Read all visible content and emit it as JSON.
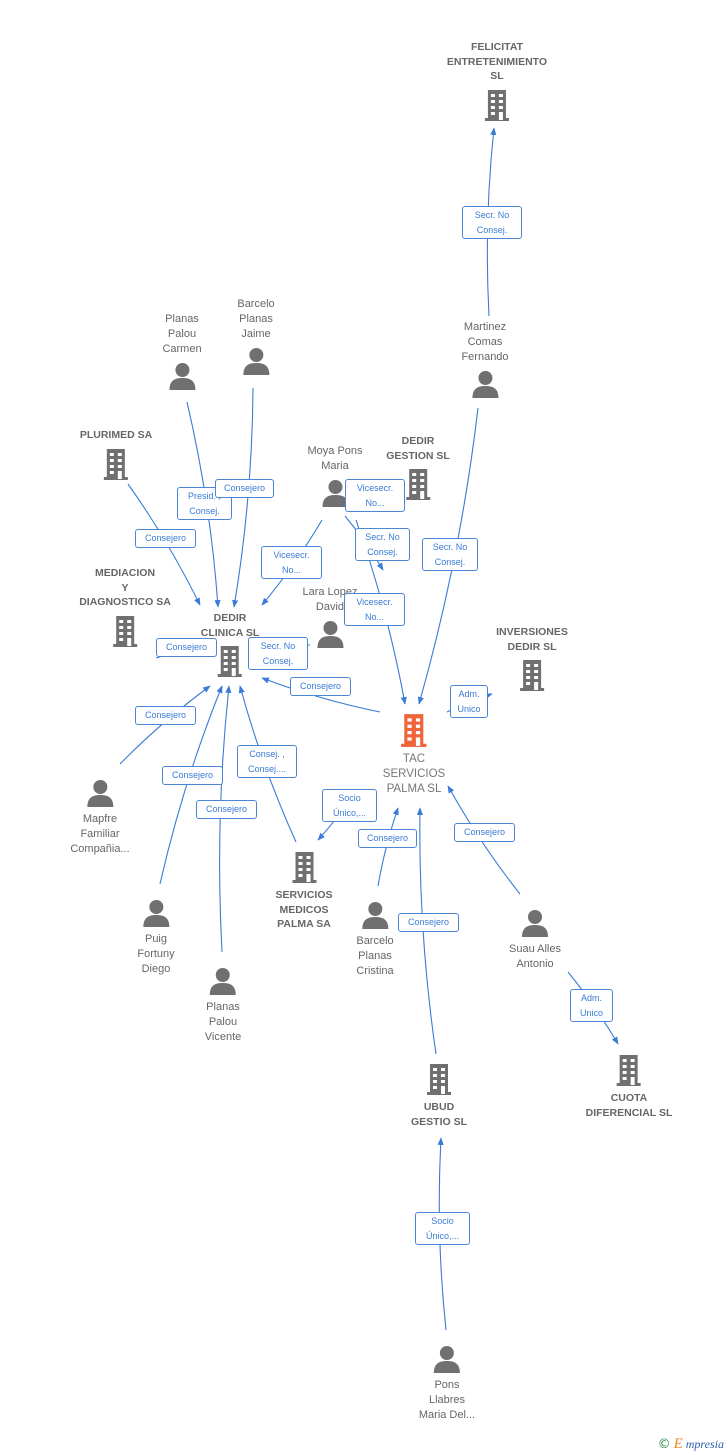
{
  "colors": {
    "edge": "#3a7bd5",
    "node_gray": "#707070",
    "node_main": "#f0643c"
  },
  "nodes": [
    {
      "id": "felicitat",
      "type": "company",
      "label": "FELICITAT\nENTRETENIMIENTO\nSL",
      "icon": "building-icon"
    },
    {
      "id": "martinez",
      "type": "person",
      "label": "Martinez\nComas\nFernando",
      "icon": "person-icon"
    },
    {
      "id": "planas_carmen",
      "type": "person",
      "label": "Planas\nPalou\nCarmen",
      "icon": "person-icon"
    },
    {
      "id": "barcelo_jaime",
      "type": "person",
      "label": "Barcelo\nPlanas\nJaime",
      "icon": "person-icon"
    },
    {
      "id": "plurimed",
      "type": "company",
      "label": "PLURIMED SA",
      "icon": "building-icon"
    },
    {
      "id": "moya",
      "type": "person",
      "label": "Moya Pons\nMaria",
      "icon": "person-icon"
    },
    {
      "id": "dedir_gestion",
      "type": "company",
      "label": "DEDIR\nGESTION  SL",
      "icon": "building-icon"
    },
    {
      "id": "mediacion",
      "type": "company",
      "label": "MEDIACION\nY\nDIAGNOSTICO SA",
      "icon": "building-icon"
    },
    {
      "id": "dedir_clinica",
      "type": "company",
      "label": "DEDIR\nCLINICA SL",
      "icon": "building-icon"
    },
    {
      "id": "lara",
      "type": "person",
      "label": "Lara Lopez\nDavid",
      "icon": "person-icon"
    },
    {
      "id": "inversiones",
      "type": "company",
      "label": "INVERSIONES\nDEDIR SL",
      "icon": "building-icon"
    },
    {
      "id": "tac",
      "type": "main",
      "label": "TAC\nSERVICIOS\nPALMA SL",
      "icon": "building-icon"
    },
    {
      "id": "mapfre",
      "type": "person",
      "label": "Mapfre\nFamiliar\nCompañia...",
      "icon": "person-icon"
    },
    {
      "id": "servicios_medicos",
      "type": "company",
      "label": "SERVICIOS\nMEDICOS\nPALMA SA",
      "icon": "building-icon"
    },
    {
      "id": "puig",
      "type": "person",
      "label": "Puig\nFortuny\nDiego",
      "icon": "person-icon"
    },
    {
      "id": "barcelo_cristina",
      "type": "person",
      "label": "Barcelo\nPlanas\nCristina",
      "icon": "person-icon"
    },
    {
      "id": "suau",
      "type": "person",
      "label": "Suau Alles\nAntonio",
      "icon": "person-icon"
    },
    {
      "id": "planas_vicente",
      "type": "person",
      "label": "Planas\nPalou\nVicente",
      "icon": "person-icon"
    },
    {
      "id": "ubud",
      "type": "company",
      "label": "UBUD\nGESTIO SL",
      "icon": "building-icon"
    },
    {
      "id": "cuota",
      "type": "company",
      "label": "CUOTA\nDIFERENCIAL SL",
      "icon": "building-icon"
    },
    {
      "id": "pons",
      "type": "person",
      "label": "Pons\nLlabres\nMaria Del...",
      "icon": "person-icon"
    }
  ],
  "edges": [
    {
      "id": "e1",
      "label": "Secr.  No\nConsej."
    },
    {
      "id": "e2",
      "label": "Presid. ,\nConsej."
    },
    {
      "id": "e3",
      "label": "Consejero"
    },
    {
      "id": "e4",
      "label": "Consejero"
    },
    {
      "id": "e5",
      "label": "Vicesecr.\nNo..."
    },
    {
      "id": "e6",
      "label": "Vicesecr.\nNo..."
    },
    {
      "id": "e7",
      "label": "Secr.  No\nConsej."
    },
    {
      "id": "e8",
      "label": "Secr.  No\nConsej."
    },
    {
      "id": "e9",
      "label": "Vicesecr.\nNo..."
    },
    {
      "id": "e10",
      "label": "Consejero"
    },
    {
      "id": "e11",
      "label": "Secr.  No\nConsej."
    },
    {
      "id": "e12",
      "label": "Consejero"
    },
    {
      "id": "e13",
      "label": "Adm.\nUnico"
    },
    {
      "id": "e14",
      "label": "Consejero"
    },
    {
      "id": "e15",
      "label": "Consej. ,\nConsej...."
    },
    {
      "id": "e16",
      "label": "Consejero"
    },
    {
      "id": "e17",
      "label": "Consejero"
    },
    {
      "id": "e18",
      "label": "Socio\nÚnico,..."
    },
    {
      "id": "e19",
      "label": "Consejero"
    },
    {
      "id": "e20",
      "label": "Consejero"
    },
    {
      "id": "e21",
      "label": "Consejero"
    },
    {
      "id": "e22",
      "label": "Adm.\nUnico"
    },
    {
      "id": "e23",
      "label": "Socio\nÚnico,..."
    }
  ],
  "footer": {
    "copyright": "©",
    "brand_initial": "E",
    "brand_rest": "mpresia"
  }
}
